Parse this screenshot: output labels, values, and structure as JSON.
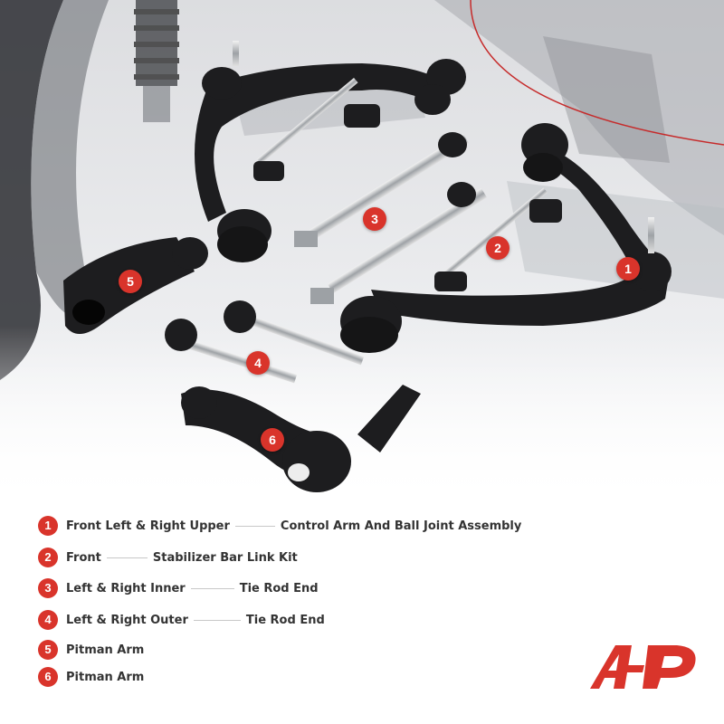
{
  "photo": {
    "subject": "suspension-kit-parts",
    "colors": {
      "metal": "#b9bcc0",
      "part": "#1d1d1f",
      "accent": "#d9342b",
      "background": "#e9eaec"
    }
  },
  "markers": [
    {
      "num": "1"
    },
    {
      "num": "2"
    },
    {
      "num": "3"
    },
    {
      "num": "4"
    },
    {
      "num": "5"
    },
    {
      "num": "6"
    }
  ],
  "legend": [
    {
      "num": "1",
      "part": "Front Left & Right Upper",
      "desc": "Control Arm And Ball Joint Assembly"
    },
    {
      "num": "2",
      "part": "Front",
      "desc": "Stabilizer Bar Link Kit"
    },
    {
      "num": "3",
      "part": "Left & Right Inner",
      "desc": "Tie Rod End"
    },
    {
      "num": "4",
      "part": "Left & Right Outer",
      "desc": "Tie Rod End"
    },
    {
      "num": "5",
      "part": "Pitman Arm",
      "desc": ""
    },
    {
      "num": "6",
      "part": "Pitman Arm",
      "desc": ""
    }
  ],
  "brand": {
    "logo_icon": "a-premium-logo",
    "color": "#d9342b"
  }
}
